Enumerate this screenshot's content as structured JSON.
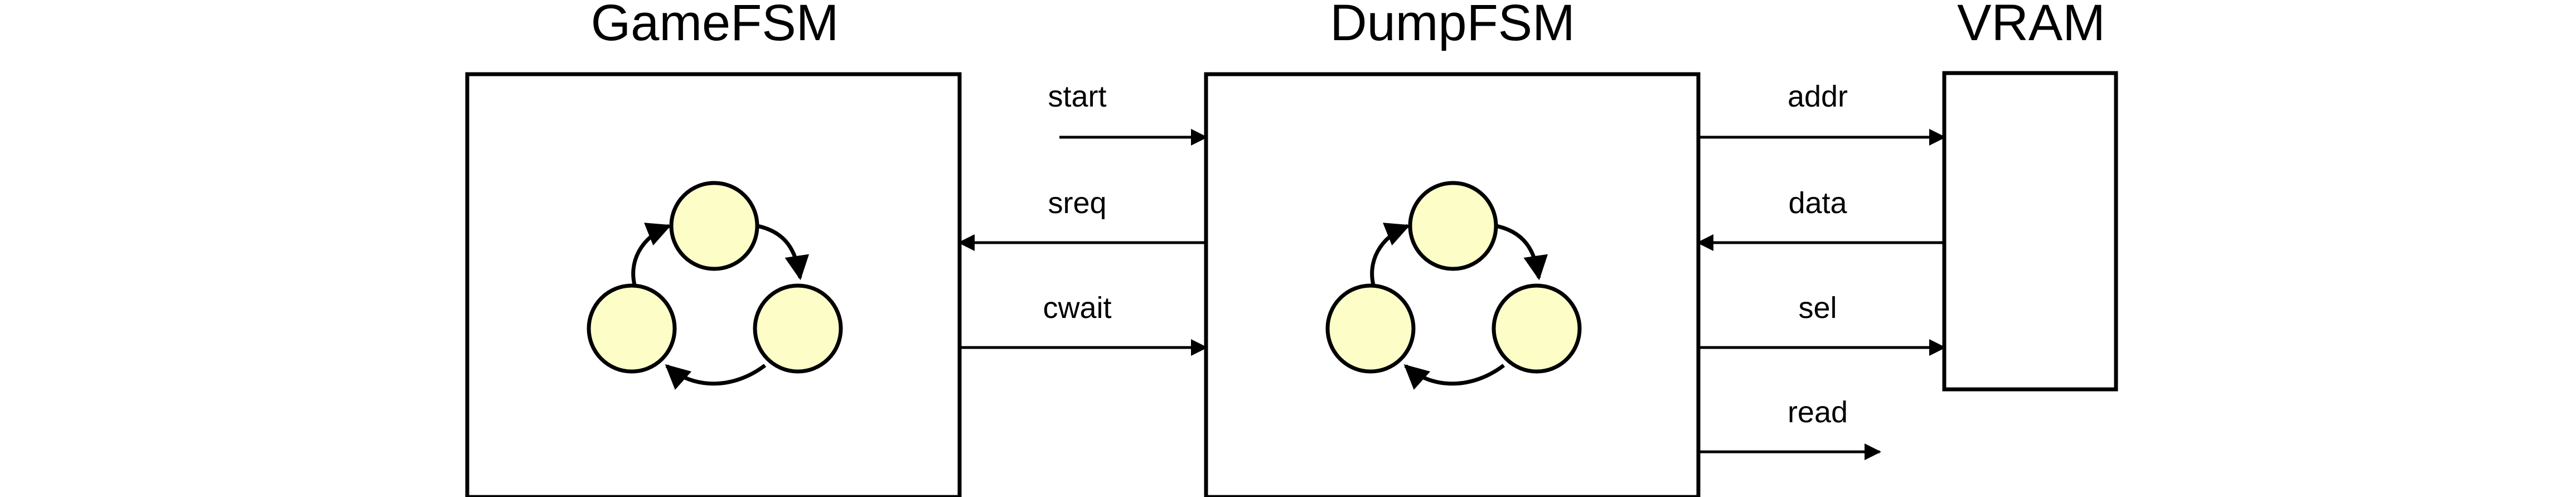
{
  "blocks": {
    "game_fsm": {
      "title": "GameFSM"
    },
    "dump_fsm": {
      "title": "DumpFSM"
    },
    "vram": {
      "title": "VRAM"
    }
  },
  "signals": {
    "start": "start",
    "sreq": "sreq",
    "cwait": "cwait",
    "addr": "addr",
    "data": "data",
    "sel": "sel",
    "read": "read"
  },
  "colors": {
    "stroke": "#000000",
    "state_fill": "#fdfdc8",
    "background": "#ffffff"
  }
}
